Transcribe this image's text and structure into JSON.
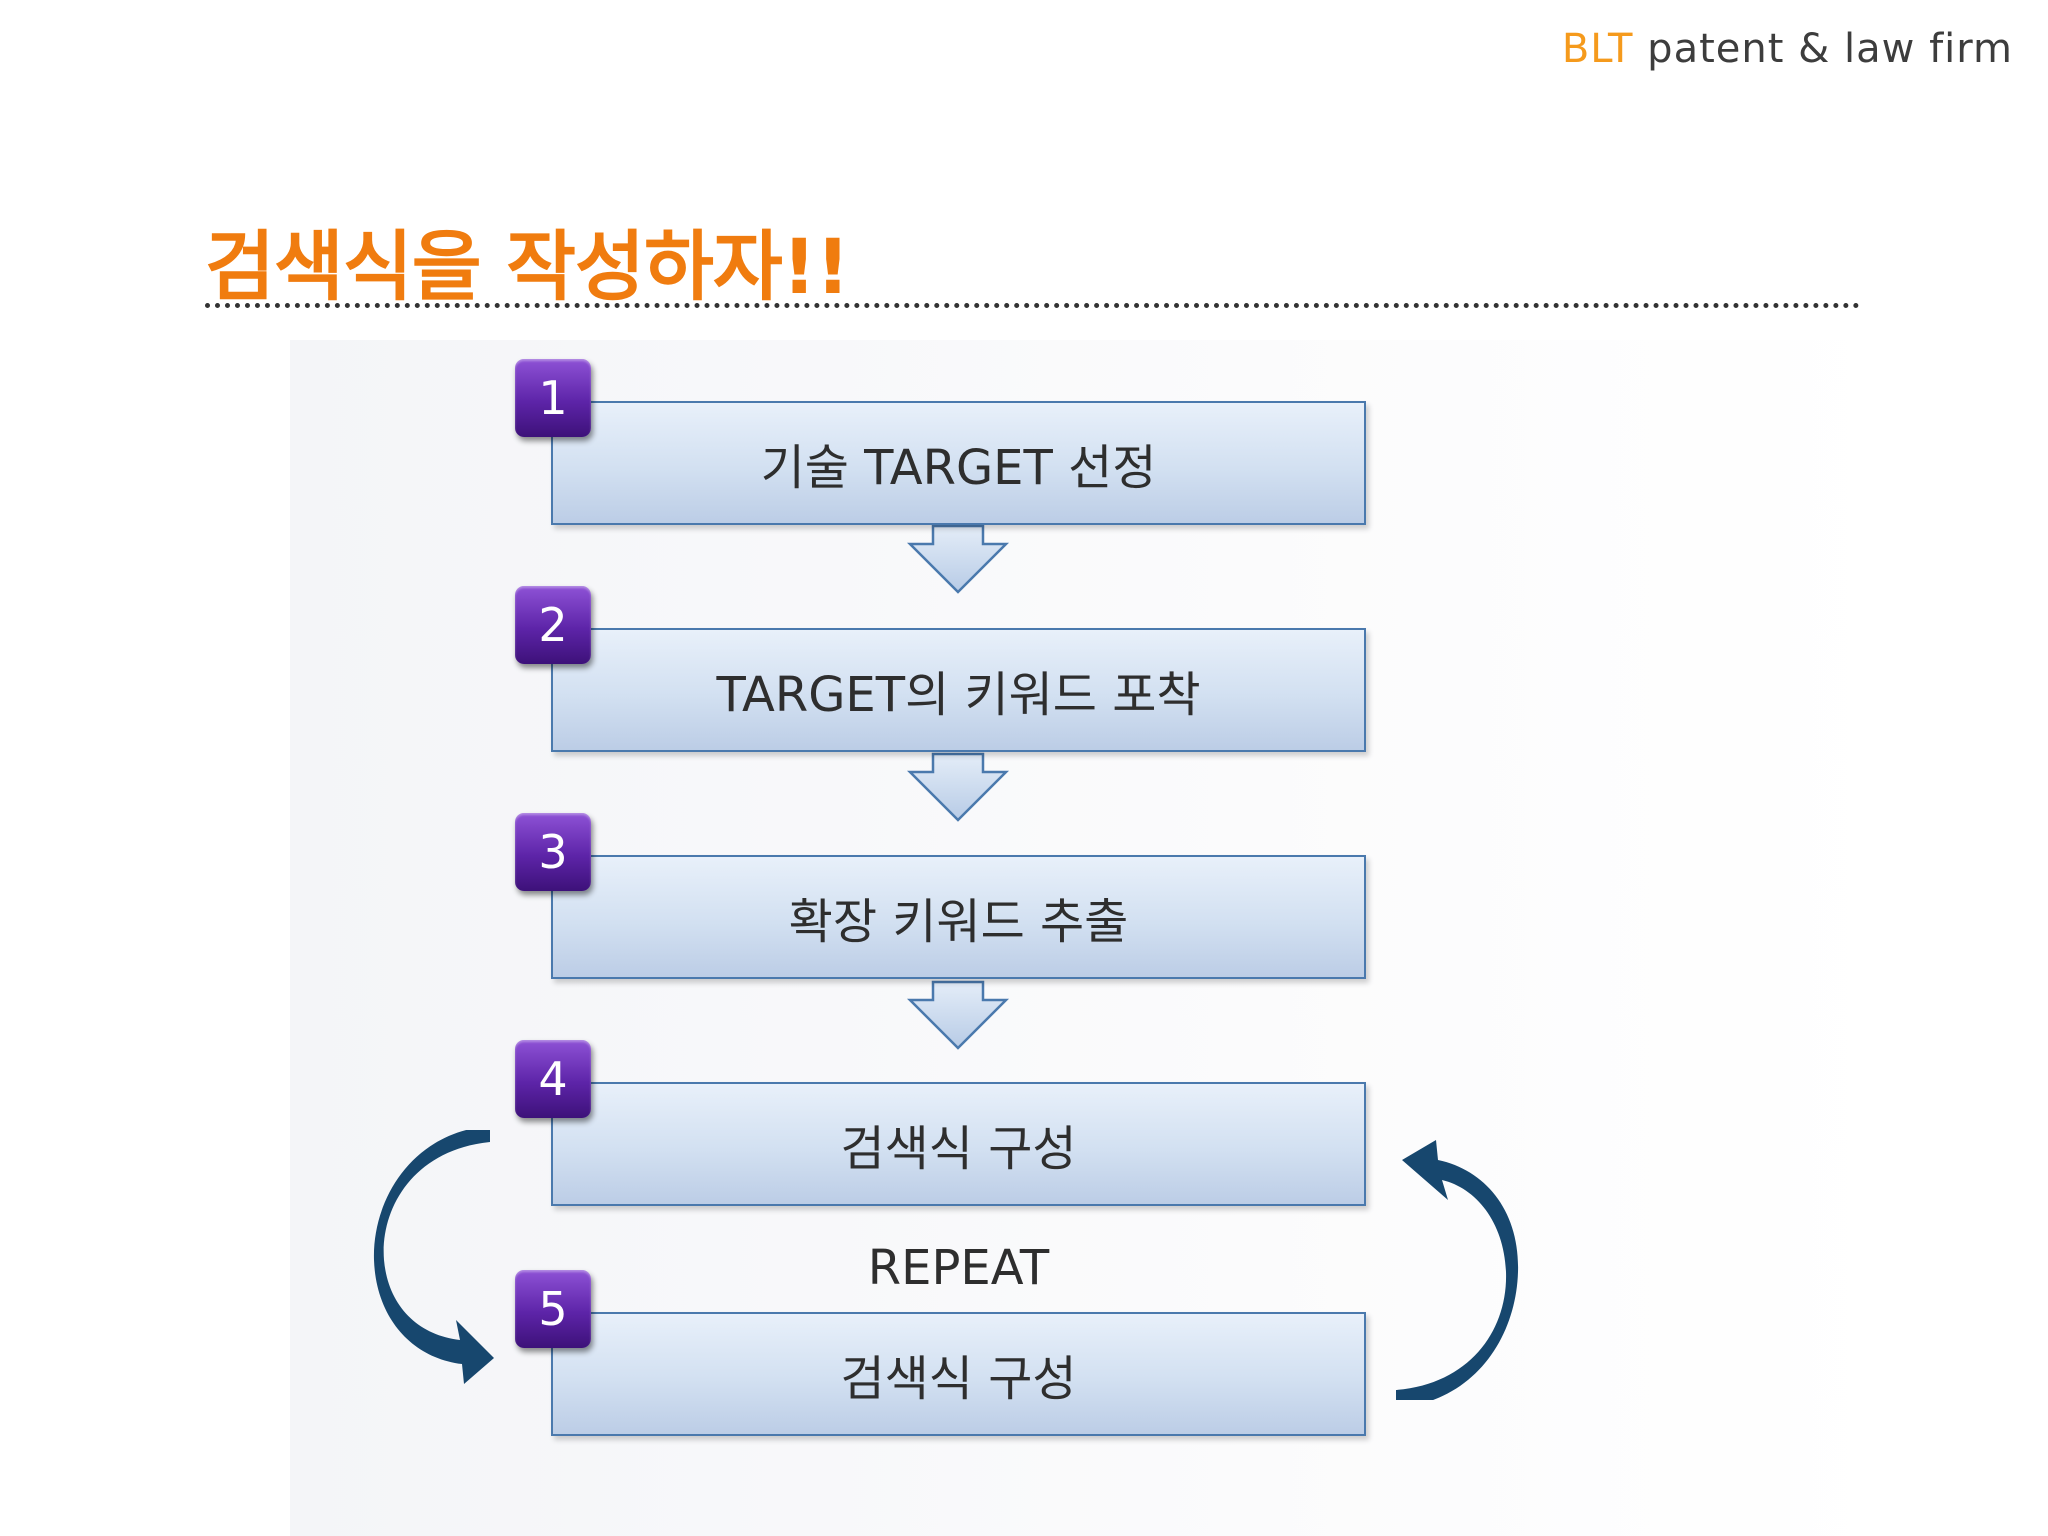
{
  "brand": {
    "accent": "BLT",
    "rest": " patent & law firm"
  },
  "title": "검색식을 작성하자!!",
  "steps": [
    {
      "number": "1",
      "label": "기술 TARGET 선정"
    },
    {
      "number": "2",
      "label": "TARGET의 키워드 포착"
    },
    {
      "number": "3",
      "label": "확장 키워드 추출"
    },
    {
      "number": "4",
      "label": "검색식 구성"
    },
    {
      "number": "5",
      "label": "검색식 구성"
    }
  ],
  "repeat_label": "REPEAT",
  "colors": {
    "title": "#f07c0f",
    "brand_accent": "#f59a1c",
    "badge": "#5d24a8",
    "box_border": "#4a79ad",
    "loop_arrow": "#17476e"
  }
}
